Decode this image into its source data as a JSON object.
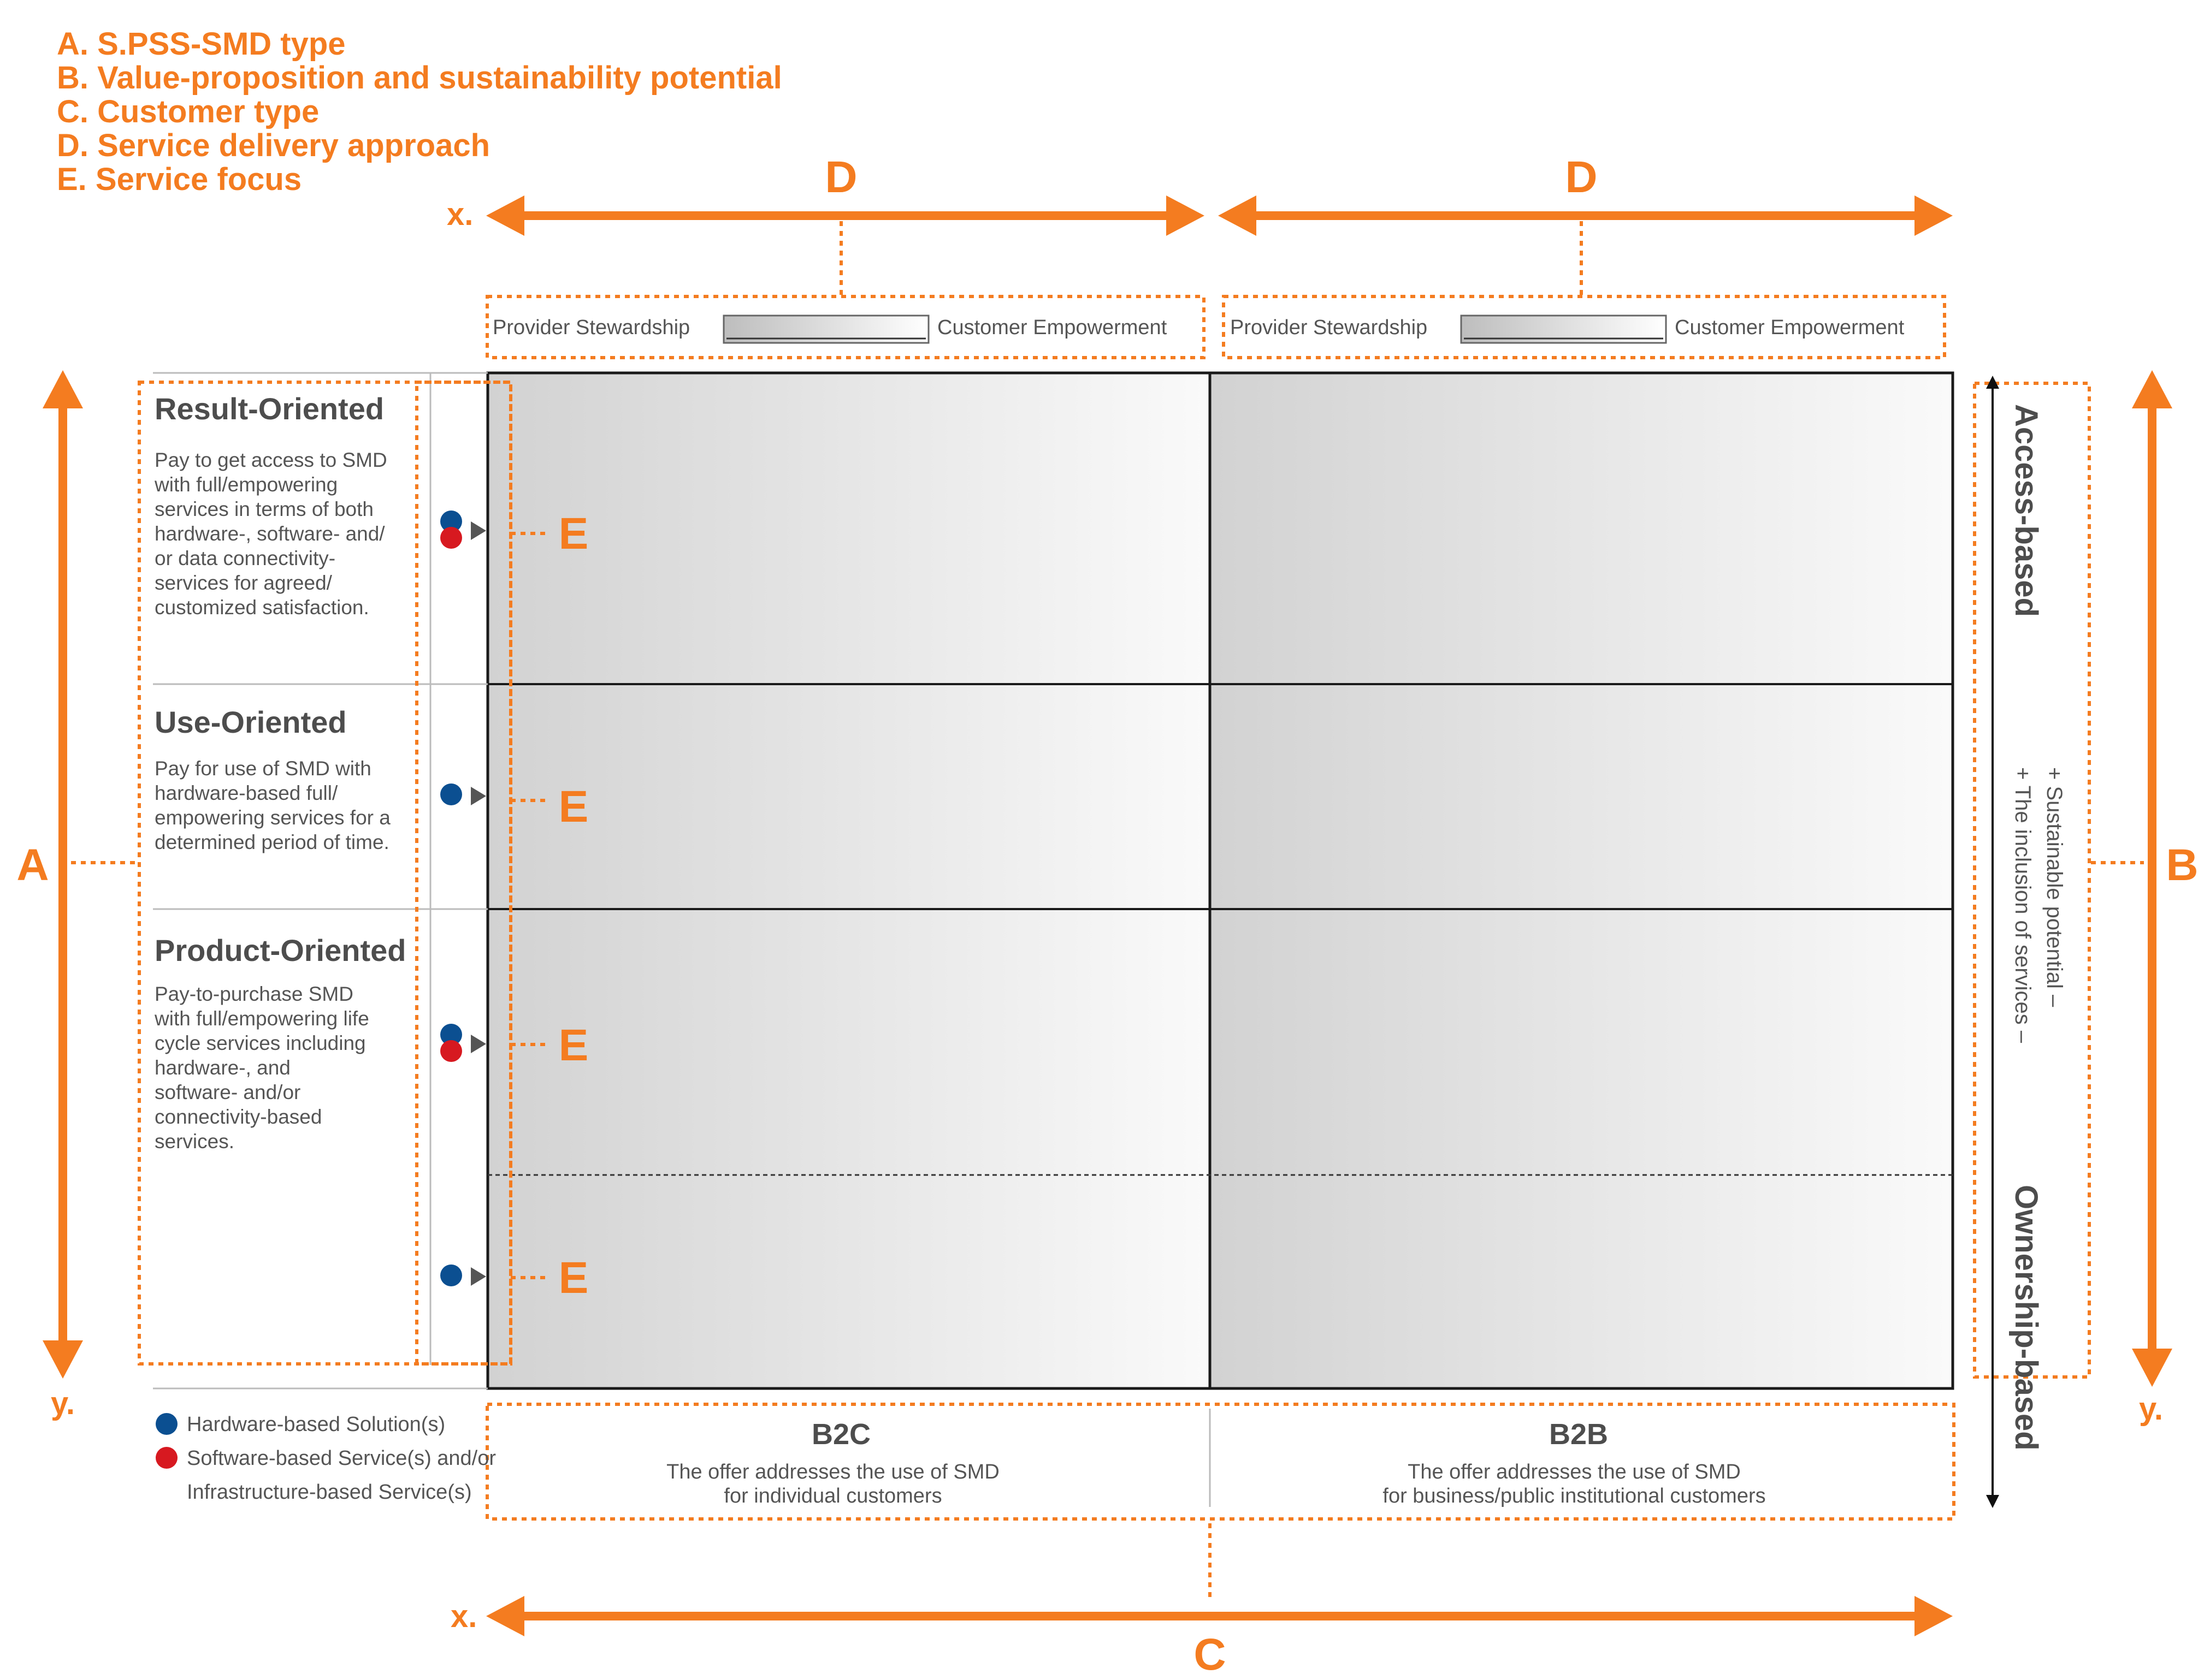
{
  "legend": {
    "line_a": "A. S.PSS-SMD type",
    "line_b": "B. Value-proposition and sustainability potential",
    "line_c": "C. Customer type",
    "line_d": "D. Service delivery approach",
    "line_e": "E. Service focus"
  },
  "markers": {
    "a": "A",
    "b": "B",
    "c": "C",
    "d": "D",
    "e": "E",
    "x": "x.",
    "y": "y."
  },
  "spectrum": {
    "left": "Provider Stewardship",
    "right": "Customer Empowerment"
  },
  "rows": [
    {
      "title": "Result-Oriented",
      "description": [
        "Pay to get access to SMD",
        "with full/empowering",
        "services in terms of both",
        "hardware-, software- and/",
        "or data connectivity-",
        "services for agreed/",
        "customized satisfaction."
      ]
    },
    {
      "title": "Use-Oriented",
      "description": [
        "Pay for use of SMD with",
        "hardware-based full/",
        "empowering services for a",
        "determined period of time."
      ]
    },
    {
      "title": "Product-Oriented",
      "description": [
        "Pay-to-purchase SMD",
        "with full/empowering life",
        "cycle services including",
        "hardware-, and",
        "software- and/or",
        "connectivity-based",
        "services."
      ]
    }
  ],
  "customers": {
    "b2c": {
      "title": "B2C",
      "line1": "The offer addresses the use of SMD",
      "line2": "for individual customers"
    },
    "b2b": {
      "title": "B2B",
      "line1": "The offer addresses the use of SMD",
      "line2": "for business/public institutional customers"
    }
  },
  "key": {
    "hardware": "Hardware-based Solution(s)",
    "software_line1": "Software-based Service(s) and/or",
    "software_line2": "Infrastructure-based Service(s)"
  },
  "right_axis": {
    "access": "Access-based",
    "ownership": "Ownership-based",
    "sustainable": "+ Sustainable potential –",
    "inclusion": "+ The inclusion of services –"
  },
  "colors": {
    "accent": "#f47c20",
    "hardware_dot": "#0b4f91",
    "software_dot": "#d71920",
    "grid_line": "#1a1a1a"
  }
}
